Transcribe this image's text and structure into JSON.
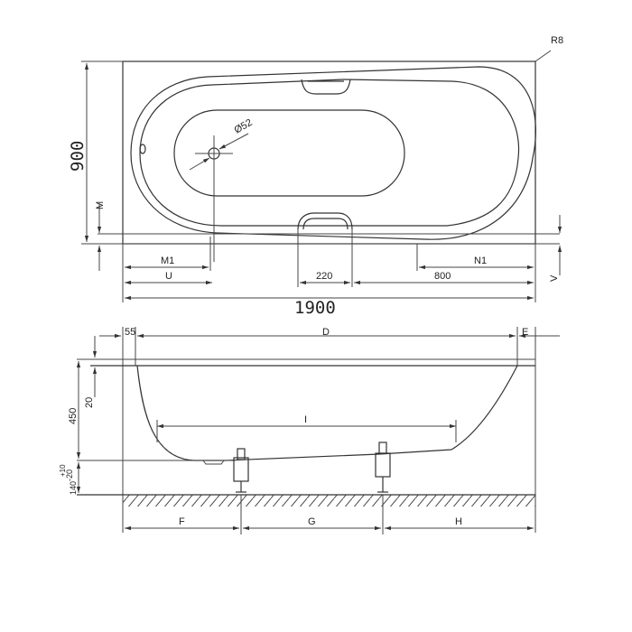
{
  "title": "Bathtub technical drawing",
  "top_view": {
    "corner_radius": "R8",
    "width_label": "900",
    "drain_diameter": "Ø52",
    "m": "M",
    "m1": "M1",
    "u": "U",
    "handle_width": "220",
    "handle_offset": "800",
    "n1": "N1",
    "v": "V",
    "length_label": "1900"
  },
  "side_view": {
    "rim_offset": "55",
    "d": "D",
    "e": "E",
    "height": "450",
    "rim_thickness": "20",
    "i": "I",
    "feet_height": "140",
    "feet_tol_plus": "+10",
    "feet_tol_minus": "-20",
    "f": "F",
    "g": "G",
    "h": "H"
  }
}
